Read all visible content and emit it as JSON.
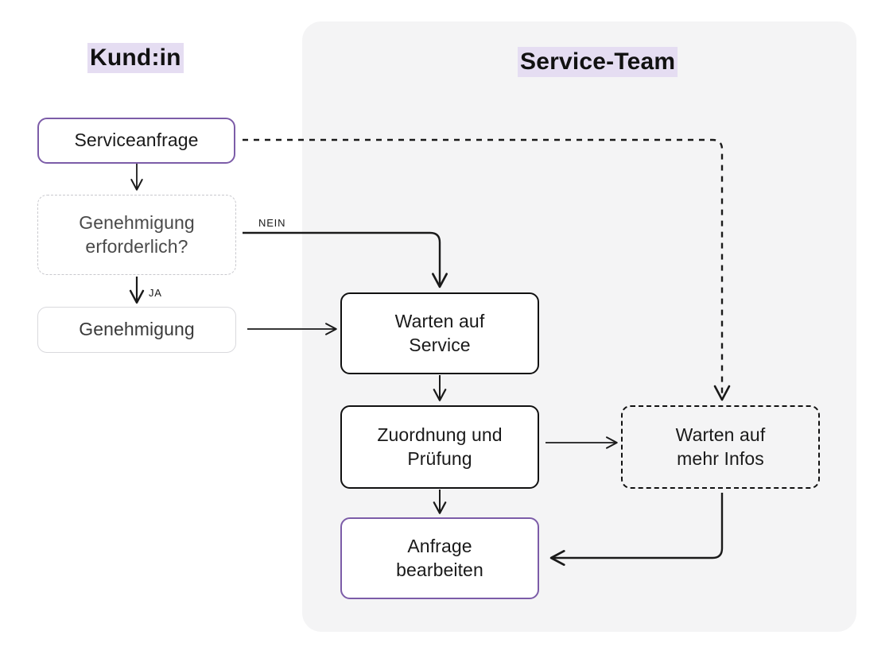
{
  "diagram": {
    "title_visible": false,
    "lanes": [
      {
        "id": "customer",
        "label": "Kund:in"
      },
      {
        "id": "service",
        "label": "Service-Team"
      }
    ],
    "colors": {
      "accent_purple": "#7c5ca8",
      "highlight_lavender": "#e5ddf2",
      "panel_gray": "#f4f4f5",
      "muted_border": "#d9d9dd",
      "ink": "#111111"
    },
    "nodes": [
      {
        "id": "serviceanfrage",
        "label": "Serviceanfrage",
        "style": "accent-solid",
        "lane": "customer"
      },
      {
        "id": "genehmigung-erforderlich",
        "label_line1": "Genehmigung",
        "label_line2": "erforderlich?",
        "style": "gray-dashed",
        "lane": "customer"
      },
      {
        "id": "genehmigung",
        "label": "Genehmigung",
        "style": "gray-solid",
        "lane": "customer"
      },
      {
        "id": "warten-auf-service",
        "label_line1": "Warten auf",
        "label_line2": "Service",
        "style": "black-solid",
        "lane": "service"
      },
      {
        "id": "zuordnung-und-pruefung",
        "label_line1": "Zuordnung und",
        "label_line2": "Prüfung",
        "style": "black-solid",
        "lane": "service"
      },
      {
        "id": "warten-auf-mehr-infos",
        "label_line1": "Warten auf",
        "label_line2": "mehr Infos",
        "style": "black-dashed",
        "lane": "service"
      },
      {
        "id": "anfrage-bearbeiten",
        "label_line1": "Anfrage",
        "label_line2": "bearbeiten",
        "style": "accent-solid",
        "lane": "service"
      }
    ],
    "edges": [
      {
        "from": "serviceanfrage",
        "to": "warten-auf-mehr-infos",
        "label": "",
        "line": "dashed"
      },
      {
        "from": "serviceanfrage",
        "to": "genehmigung-erforderlich",
        "label": "",
        "line": "solid"
      },
      {
        "from": "genehmigung-erforderlich",
        "to": "warten-auf-service",
        "label": "NEIN",
        "line": "solid"
      },
      {
        "from": "genehmigung-erforderlich",
        "to": "genehmigung",
        "label": "JA",
        "line": "solid"
      },
      {
        "from": "genehmigung",
        "to": "warten-auf-service",
        "label": "",
        "line": "solid"
      },
      {
        "from": "warten-auf-service",
        "to": "zuordnung-und-pruefung",
        "label": "",
        "line": "solid"
      },
      {
        "from": "zuordnung-und-pruefung",
        "to": "warten-auf-mehr-infos",
        "label": "",
        "line": "solid"
      },
      {
        "from": "zuordnung-und-pruefung",
        "to": "anfrage-bearbeiten",
        "label": "",
        "line": "solid"
      },
      {
        "from": "warten-auf-mehr-infos",
        "to": "anfrage-bearbeiten",
        "label": "",
        "line": "solid"
      }
    ],
    "edge_labels": {
      "nein": "NEIN",
      "ja": "JA"
    }
  }
}
